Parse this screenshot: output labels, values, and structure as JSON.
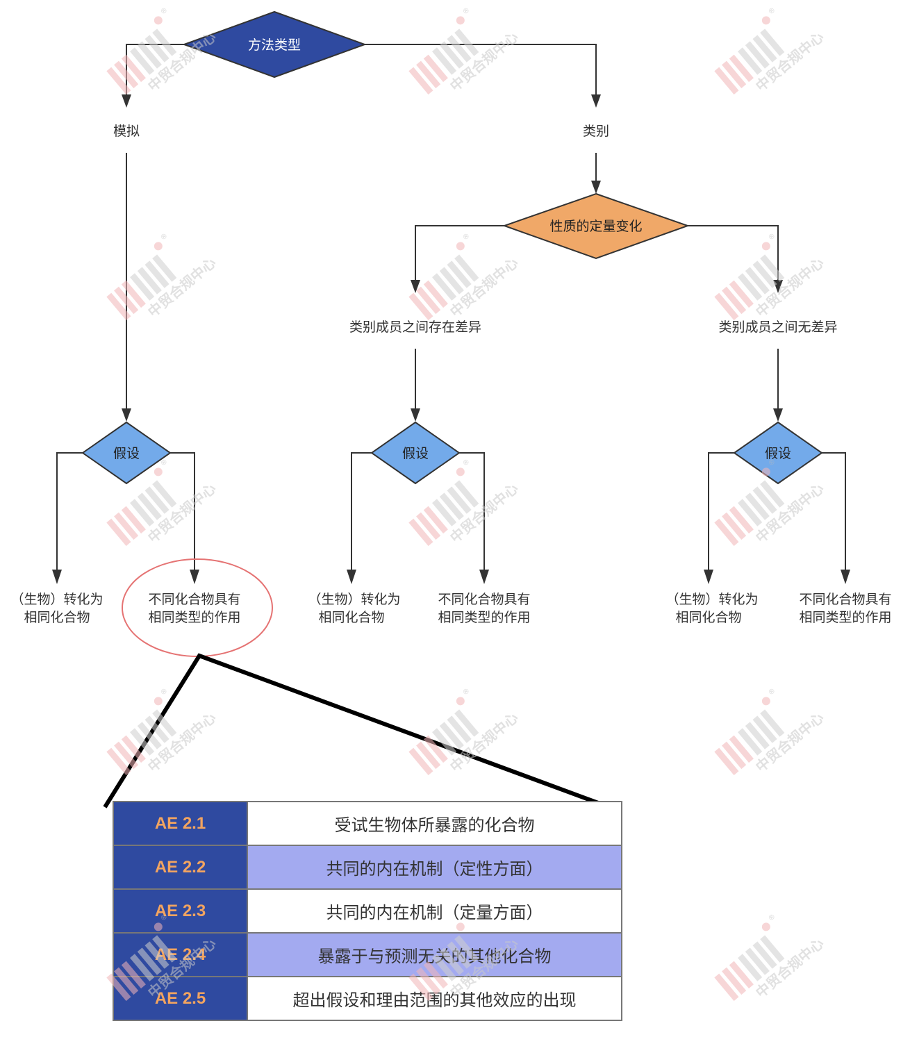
{
  "colors": {
    "root_diamond": "#2f4aa0",
    "property_diamond": "#f0a868",
    "hypothesis_diamond": "#73aaea",
    "edge": "#333333",
    "highlight_ellipse": "#e57373",
    "table_code_bg": "#2f4aa0",
    "table_code_text": "#f2a460",
    "table_shaded_row": "#a3aaf0"
  },
  "root": {
    "label": "方法类型"
  },
  "branches": {
    "analog": {
      "label": "模拟"
    },
    "category": {
      "label": "类别"
    }
  },
  "property_node": {
    "label": "性质的定量变化"
  },
  "category_outcomes": {
    "differ": {
      "label": "类别成员之间存在差异"
    },
    "same": {
      "label": "类别成员之间无差异"
    }
  },
  "hypothesis_nodes": [
    {
      "label": "假设",
      "left": {
        "line1": "（生物）转化为",
        "line2": "相同化合物"
      },
      "right": {
        "line1": "不同化合物具有",
        "line2": "相同类型的作用"
      }
    },
    {
      "label": "假设",
      "left": {
        "line1": "（生物）转化为",
        "line2": "相同化合物"
      },
      "right": {
        "line1": "不同化合物具有",
        "line2": "相同类型的作用"
      }
    },
    {
      "label": "假设",
      "left": {
        "line1": "（生物）转化为",
        "line2": "相同化合物"
      },
      "right": {
        "line1": "不同化合物具有",
        "line2": "相同类型的作用"
      }
    }
  ],
  "ae_table": {
    "rows": [
      {
        "code": "AE 2.1",
        "desc": "受试生物体所暴露的化合物",
        "shaded": false
      },
      {
        "code": "AE 2.2",
        "desc": "共同的内在机制（定性方面）",
        "shaded": true
      },
      {
        "code": "AE 2.3",
        "desc": "共同的内在机制（定量方面）",
        "shaded": false
      },
      {
        "code": "AE 2.4",
        "desc": "暴露于与预测无关的其他化合物",
        "shaded": true
      },
      {
        "code": "AE 2.5",
        "desc": "超出假设和理由范围的其他效应的出现",
        "shaded": false
      }
    ]
  },
  "watermark": {
    "logo": "zmui",
    "text": "中贸合规中心",
    "mark": "®"
  }
}
